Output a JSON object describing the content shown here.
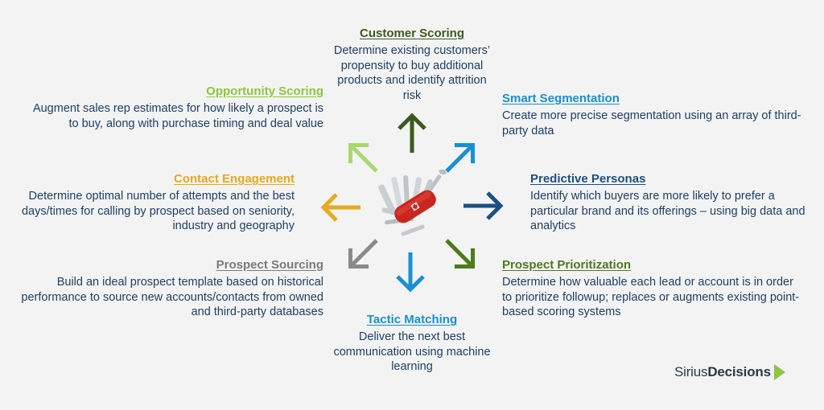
{
  "items": {
    "customer_scoring": {
      "title": "Customer Scoring",
      "desc": "Determine existing customers’ propensity to buy additional products and identify attrition risk",
      "color": "#3d5a1e"
    },
    "opportunity_scoring": {
      "title": "Opportunity Scoring",
      "desc": "Augment sales rep estimates for how likely a prospect is to buy, along with purchase timing and deal value",
      "color": "#8dc63f"
    },
    "smart_segmentation": {
      "title": "Smart Segmentation",
      "desc": "Create more precise segmentation using an array of third-party data",
      "color": "#1a8fd1"
    },
    "contact_engagement": {
      "title": "Contact Engagement",
      "desc": "Determine optimal number of attempts and the best days/times for calling by prospect based on seniority, industry and geography",
      "color": "#e8a91c"
    },
    "predictive_personas": {
      "title": "Predictive Personas",
      "desc": "Identify which buyers are more likely to prefer a particular brand and its offerings – using big data and analytics",
      "color": "#1e4f82"
    },
    "prospect_sourcing": {
      "title": "Prospect Sourcing",
      "desc": "Build an ideal prospect template based on historical performance to source new accounts/contacts from owned and third-party databases",
      "color": "#7a7a7a"
    },
    "prospect_prioritization": {
      "title": "Prospect Prioritization",
      "desc": "Determine how valuable each lead or account is in order to prioritize followup; replaces or augments existing point-based scoring systems",
      "color": "#4e7a1e"
    },
    "tactic_matching": {
      "title": "Tactic Matching",
      "desc": "Deliver the next best communication using machine learning",
      "color": "#1a8fd1"
    }
  },
  "logo": {
    "light": "Sirius",
    "bold": "Decisions",
    "accent": "#8dc63f"
  },
  "icons": {
    "center": "swiss-army-knife-icon"
  },
  "colors": {
    "text": "#1f3f66",
    "background": "#f2f3f2"
  }
}
